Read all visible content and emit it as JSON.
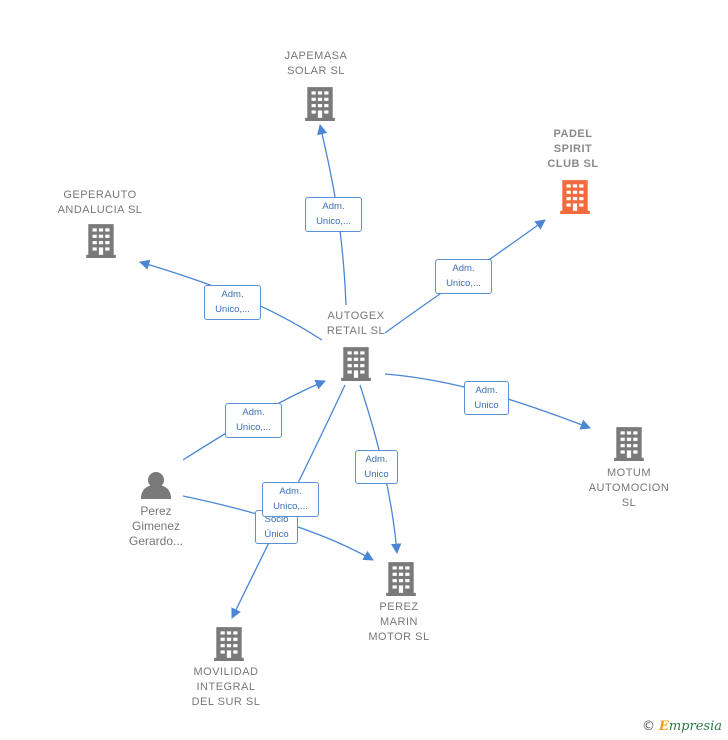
{
  "colors": {
    "edge": "#4a86d4",
    "node": "#7a7a7a",
    "highlight": "#f26a3d"
  },
  "icons": {
    "company": "building-icon",
    "person": "person-icon"
  },
  "nodes": {
    "autogex": {
      "label": "AUTOGEX\nRETAIL  SL"
    },
    "japemasa": {
      "label": "JAPEMASA\nSOLAR  SL"
    },
    "padel": {
      "label": "PADEL\nSPIRIT\nCLUB  SL"
    },
    "geperauto": {
      "label": "GEPERAUTO\nANDALUCIA  SL"
    },
    "motum": {
      "label": "MOTUM\nAUTOMOCION\nSL"
    },
    "perez_marin": {
      "label": "PEREZ\nMARIN\nMOTOR SL"
    },
    "movilidad": {
      "label": "MOVILIDAD\nINTEGRAL\nDEL SUR  SL"
    },
    "person": {
      "label": "Perez\nGimenez\nGerardo..."
    }
  },
  "edges": {
    "to_japemasa": "Adm.\nUnico,...",
    "to_padel": "Adm.\nUnico,...",
    "to_geperauto": "Adm.\nUnico,...",
    "to_motum": "Adm.\nUnico",
    "to_perez_marin": "Adm.\nUnico",
    "to_movilidad": "Adm.\nUnico,...",
    "person_to_autogex": "Adm.\nUnico,...",
    "person_to_perez_marin": "Socio\nÚnico"
  },
  "footer": {
    "copyright": "©",
    "brand_first": "E",
    "brand_rest": "mpresia"
  }
}
